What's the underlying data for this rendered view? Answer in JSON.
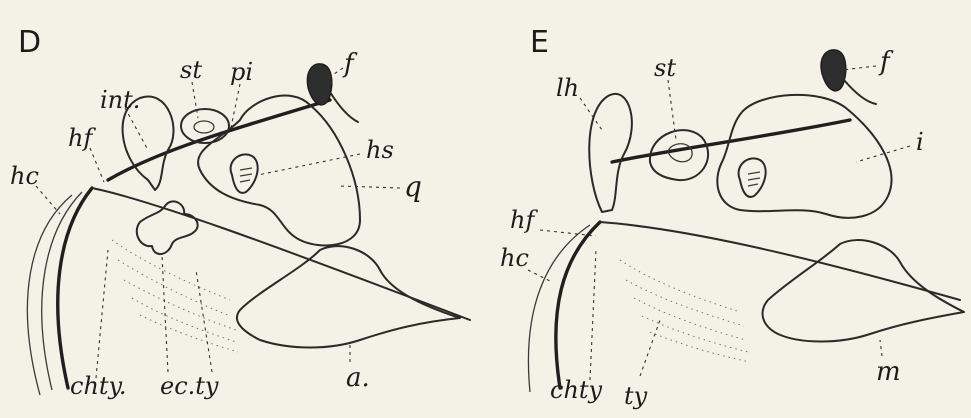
{
  "panels": [
    {
      "letter": "D",
      "labels": {
        "int": "int.",
        "st": "st",
        "pi": "pi",
        "f": "f",
        "hf": "hf",
        "hs": "hs",
        "hc": "hc",
        "q": "q",
        "chty": "chty.",
        "ecty": "ec.ty",
        "a": "a."
      }
    },
    {
      "letter": "E",
      "labels": {
        "lh": "lh",
        "st": "st",
        "f": "f",
        "i": "i",
        "hf": "hf",
        "hc": "hc",
        "chty": "chty",
        "ty": "ty",
        "m": "m"
      }
    }
  ]
}
